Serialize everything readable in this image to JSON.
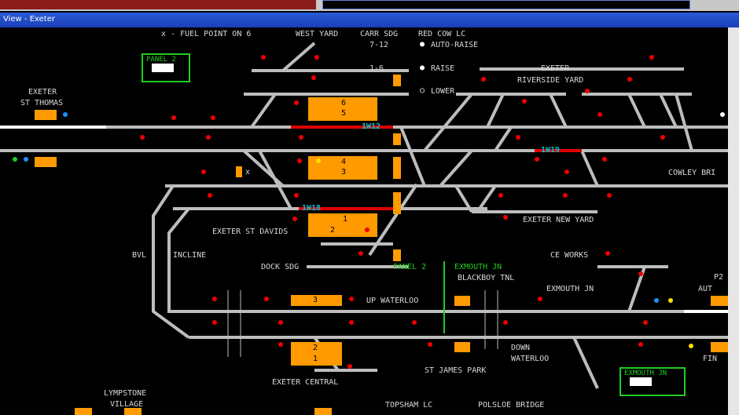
{
  "window": {
    "title": "View - Exeter"
  },
  "colors": {
    "track": "#bdbdbd",
    "route": "#e00000",
    "platform": "#ff9a00",
    "panel": "#22cc22",
    "berth": "#00c8d8",
    "signal": "#e00000"
  },
  "legend": {
    "fuel": "x - FUEL POINT ON 6",
    "west_yard": "WEST YARD",
    "carr_sdg": "CARR SDG",
    "red_cow_lc": "RED COW LC",
    "setting_712": "7-12",
    "setting_16": "1-6",
    "auto_raise": "AUTO-RAISE",
    "raise": "RAISE",
    "lower": "LOWER"
  },
  "panels": [
    {
      "id": "panel2",
      "label": "PANEL 2"
    },
    {
      "id": "exmouth",
      "label": "EXMOUTH JN"
    }
  ],
  "stations": {
    "exeter_st_thomas": [
      "EXETER",
      "ST THOMAS"
    ],
    "exeter_riverside": [
      "EXETER",
      "RIVERSIDE YARD"
    ],
    "exeter_st_davids": "EXETER ST DAVIDS",
    "exeter_new_yard": "EXETER NEW YARD",
    "cowley_bridge": "COWLEY BRI",
    "exeter_central": "EXETER CENTRAL",
    "st_james_park": "ST JAMES PARK",
    "lympstone": [
      "LYMPSTONE",
      "VILLAGE"
    ],
    "topsham_lc": "TOPSHAM LC",
    "polsloe_bridge": "POLSLOE BRIDGE",
    "blackboy_tnl": "BLACKBOY TNL",
    "exmouth_jn": "EXMOUTH JN",
    "ce_works": "CE WORKS"
  },
  "labels": {
    "bvl": "BVL",
    "incline": "INCLINE",
    "dock_sdg": "DOCK SDG",
    "panel2_arrow": "PANEL 2",
    "exmouth_arrow": "EXMOUTH JN",
    "up_waterloo": "UP WATERLOO",
    "down_waterloo": [
      "DOWN",
      "WATERLOO"
    ],
    "aut": "AUT",
    "fin": "FIN",
    "fuel_x": "x",
    "edge_p2": "P2"
  },
  "berths": [
    "1W12",
    "1W19",
    "1W18"
  ],
  "platforms": [
    "6",
    "5",
    "4",
    "3",
    "1",
    "2",
    "3",
    "2",
    "1"
  ]
}
